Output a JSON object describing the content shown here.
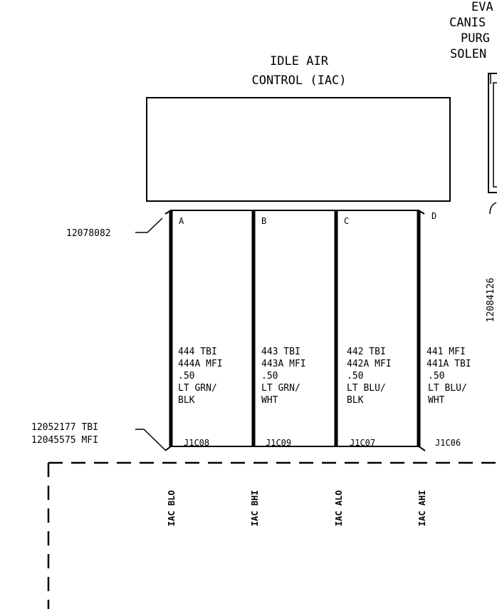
{
  "components": {
    "iac_title": [
      "IDLE AIR",
      "CONTROL (IAC)"
    ],
    "evap_title": [
      "EVA",
      "CANIS",
      "PURG",
      "SOLEN"
    ]
  },
  "part_numbers": {
    "iac_connector": "12078082",
    "evap_connector": "12084126",
    "ecm_connector": [
      "12052177 TBI",
      "12045575 MFI"
    ]
  },
  "wires": [
    {
      "pin": "A",
      "circuit": [
        "444 TBI",
        "444A MFI"
      ],
      "gauge": ".50",
      "color": [
        "LT GRN/",
        "BLK"
      ],
      "terminal": "J1C08",
      "signal": "IAC BLO"
    },
    {
      "pin": "B",
      "circuit": [
        "443 TBI",
        "443A MFI"
      ],
      "gauge": ".50",
      "color": [
        "LT GRN/",
        "WHT"
      ],
      "terminal": "J1C09",
      "signal": "IAC BHI"
    },
    {
      "pin": "C",
      "circuit": [
        "442 TBI",
        "442A MFI"
      ],
      "gauge": ".50",
      "color": [
        "LT BLU/",
        "BLK"
      ],
      "terminal": "J1C07",
      "signal": "IAC ALO"
    },
    {
      "pin": "D",
      "circuit": [
        "441 MFI",
        "441A TBI"
      ],
      "gauge": ".50",
      "color": [
        "LT BLU/",
        "WHT"
      ],
      "terminal": "J1C06",
      "signal": "IAC AHI"
    }
  ]
}
